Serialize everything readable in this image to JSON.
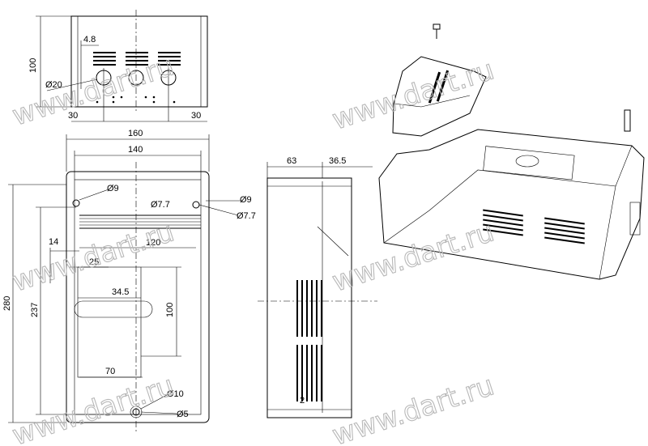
{
  "watermark": "www.dart.ru",
  "dimensions": {
    "top_view": {
      "height": "100",
      "offset": "4.8",
      "hole": "Ø20",
      "left_edge": "30",
      "right_edge": "30"
    },
    "front_view": {
      "overall_width": "160",
      "inner_width": "140",
      "hole_top_left": "Ø9",
      "hole_top_mid": "Ø7.7",
      "hole_right_9": "Ø9",
      "hole_right_77": "Ø7.7",
      "rail_width": "120",
      "small_14": "14",
      "small_25": "25",
      "cutout_width": "34.5",
      "cutout_height": "100",
      "bottom_width": "70",
      "hole_bottom_10": "Ø10",
      "hole_bottom_5": "Ø5",
      "overall_height": "280",
      "inner_height": "237"
    },
    "side_view": {
      "depth_63": "63",
      "depth_365": "36.5",
      "vent_gap": "2"
    }
  }
}
